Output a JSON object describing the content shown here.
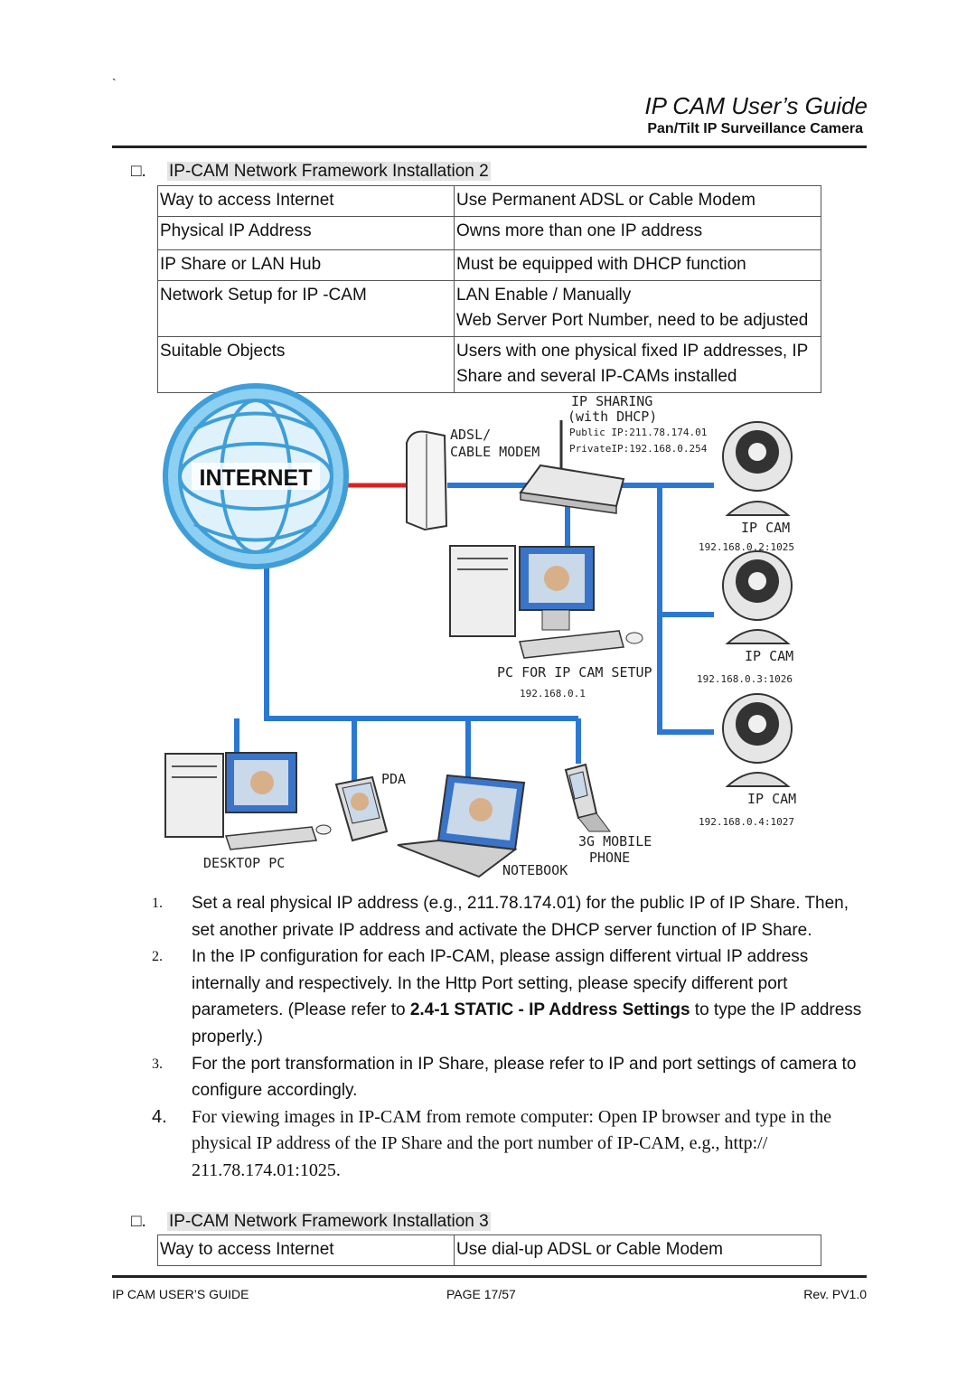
{
  "header": {
    "mark": "`",
    "title": "IP CAM User’s Guide",
    "subtitle": "Pan/Tilt IP Surveillance Camera"
  },
  "section2": {
    "number": "□.",
    "title": "IP-CAM Network Framework Installation 2",
    "rows": [
      {
        "key": "Way to access Internet",
        "values": [
          "Use Permanent ADSL or Cable Modem"
        ]
      },
      {
        "key": "Physical IP Address",
        "values": [
          "Owns more than one IP address"
        ]
      },
      {
        "key": "IP Share or LAN Hub",
        "values": [
          "Must be equipped with DHCP function"
        ]
      },
      {
        "key": "Network Setup for IP -CAM",
        "values": [
          "LAN Enable / Manually",
          "Web Server Port Number, need to be adjusted"
        ]
      },
      {
        "key": "Suitable Objects",
        "values": [
          "Users with one physical fixed IP addresses, IP",
          "Share and several IP-CAMs installed"
        ]
      }
    ]
  },
  "diagram": {
    "internet": "INTERNET",
    "modem": [
      "ADSL/",
      "CABLE MODEM"
    ],
    "sharing": [
      "IP SHARING",
      "(with DHCP)",
      "Public IP:211.78.174.01",
      "PrivateIP:192.168.0.254"
    ],
    "pc_setup": [
      "PC FOR IP CAM SETUP",
      "192.168.0.1"
    ],
    "cams": [
      {
        "label": "IP CAM",
        "address": "192.168.0.2:1025"
      },
      {
        "label": "IP CAM",
        "address": "192.168.0.3:1026"
      },
      {
        "label": "IP CAM",
        "address": "192.168.0.4:1027"
      }
    ],
    "desktop": "DESKTOP PC",
    "pda": "PDA",
    "notebook": "NOTEBOOK",
    "mobile": [
      "3G MOBILE",
      "PHONE"
    ]
  },
  "steps": [
    {
      "n": "1.",
      "parts": [
        "Set a real physical IP address (e.g., 211.78.174.01) for the public IP of IP Share. Then, set another private IP address and activate the DHCP server function of IP Share."
      ]
    },
    {
      "n": "2.",
      "parts": [
        "In the IP configuration for each IP-CAM, please assign different virtual IP address internally and respectively. In the Http Port setting, please specify different port parameters. (Please refer to ",
        "2.4-1 STATIC - IP Address Settings",
        " to type the IP address properly.)"
      ]
    },
    {
      "n": "3.",
      "parts": [
        "For the port transformation in IP Share, please refer to IP and port settings of camera to configure accordingly."
      ]
    },
    {
      "n": "4.",
      "parts": [
        "For viewing images in IP-CAM from remote computer: Open IP browser and type in the physical IP address of the IP Share and the port number of IP-CAM, e.g., http:// 211.78.174.01:1025."
      ]
    }
  ],
  "section3": {
    "number": "□.",
    "title": "IP-CAM Network Framework Installation 3",
    "rows": [
      {
        "key": "Way to access Internet",
        "value": "Use dial-up ADSL or Cable Modem"
      }
    ]
  },
  "footer": {
    "left": "IP CAM USER’S GUIDE",
    "center": "PAGE 17/57",
    "right": "Rev. PV1.0"
  },
  "colors": {
    "network_line": "#2a78d4",
    "internet_link": "#e02020",
    "globe": "#7cc8ef",
    "section_highlight": "#e4e4e4"
  }
}
